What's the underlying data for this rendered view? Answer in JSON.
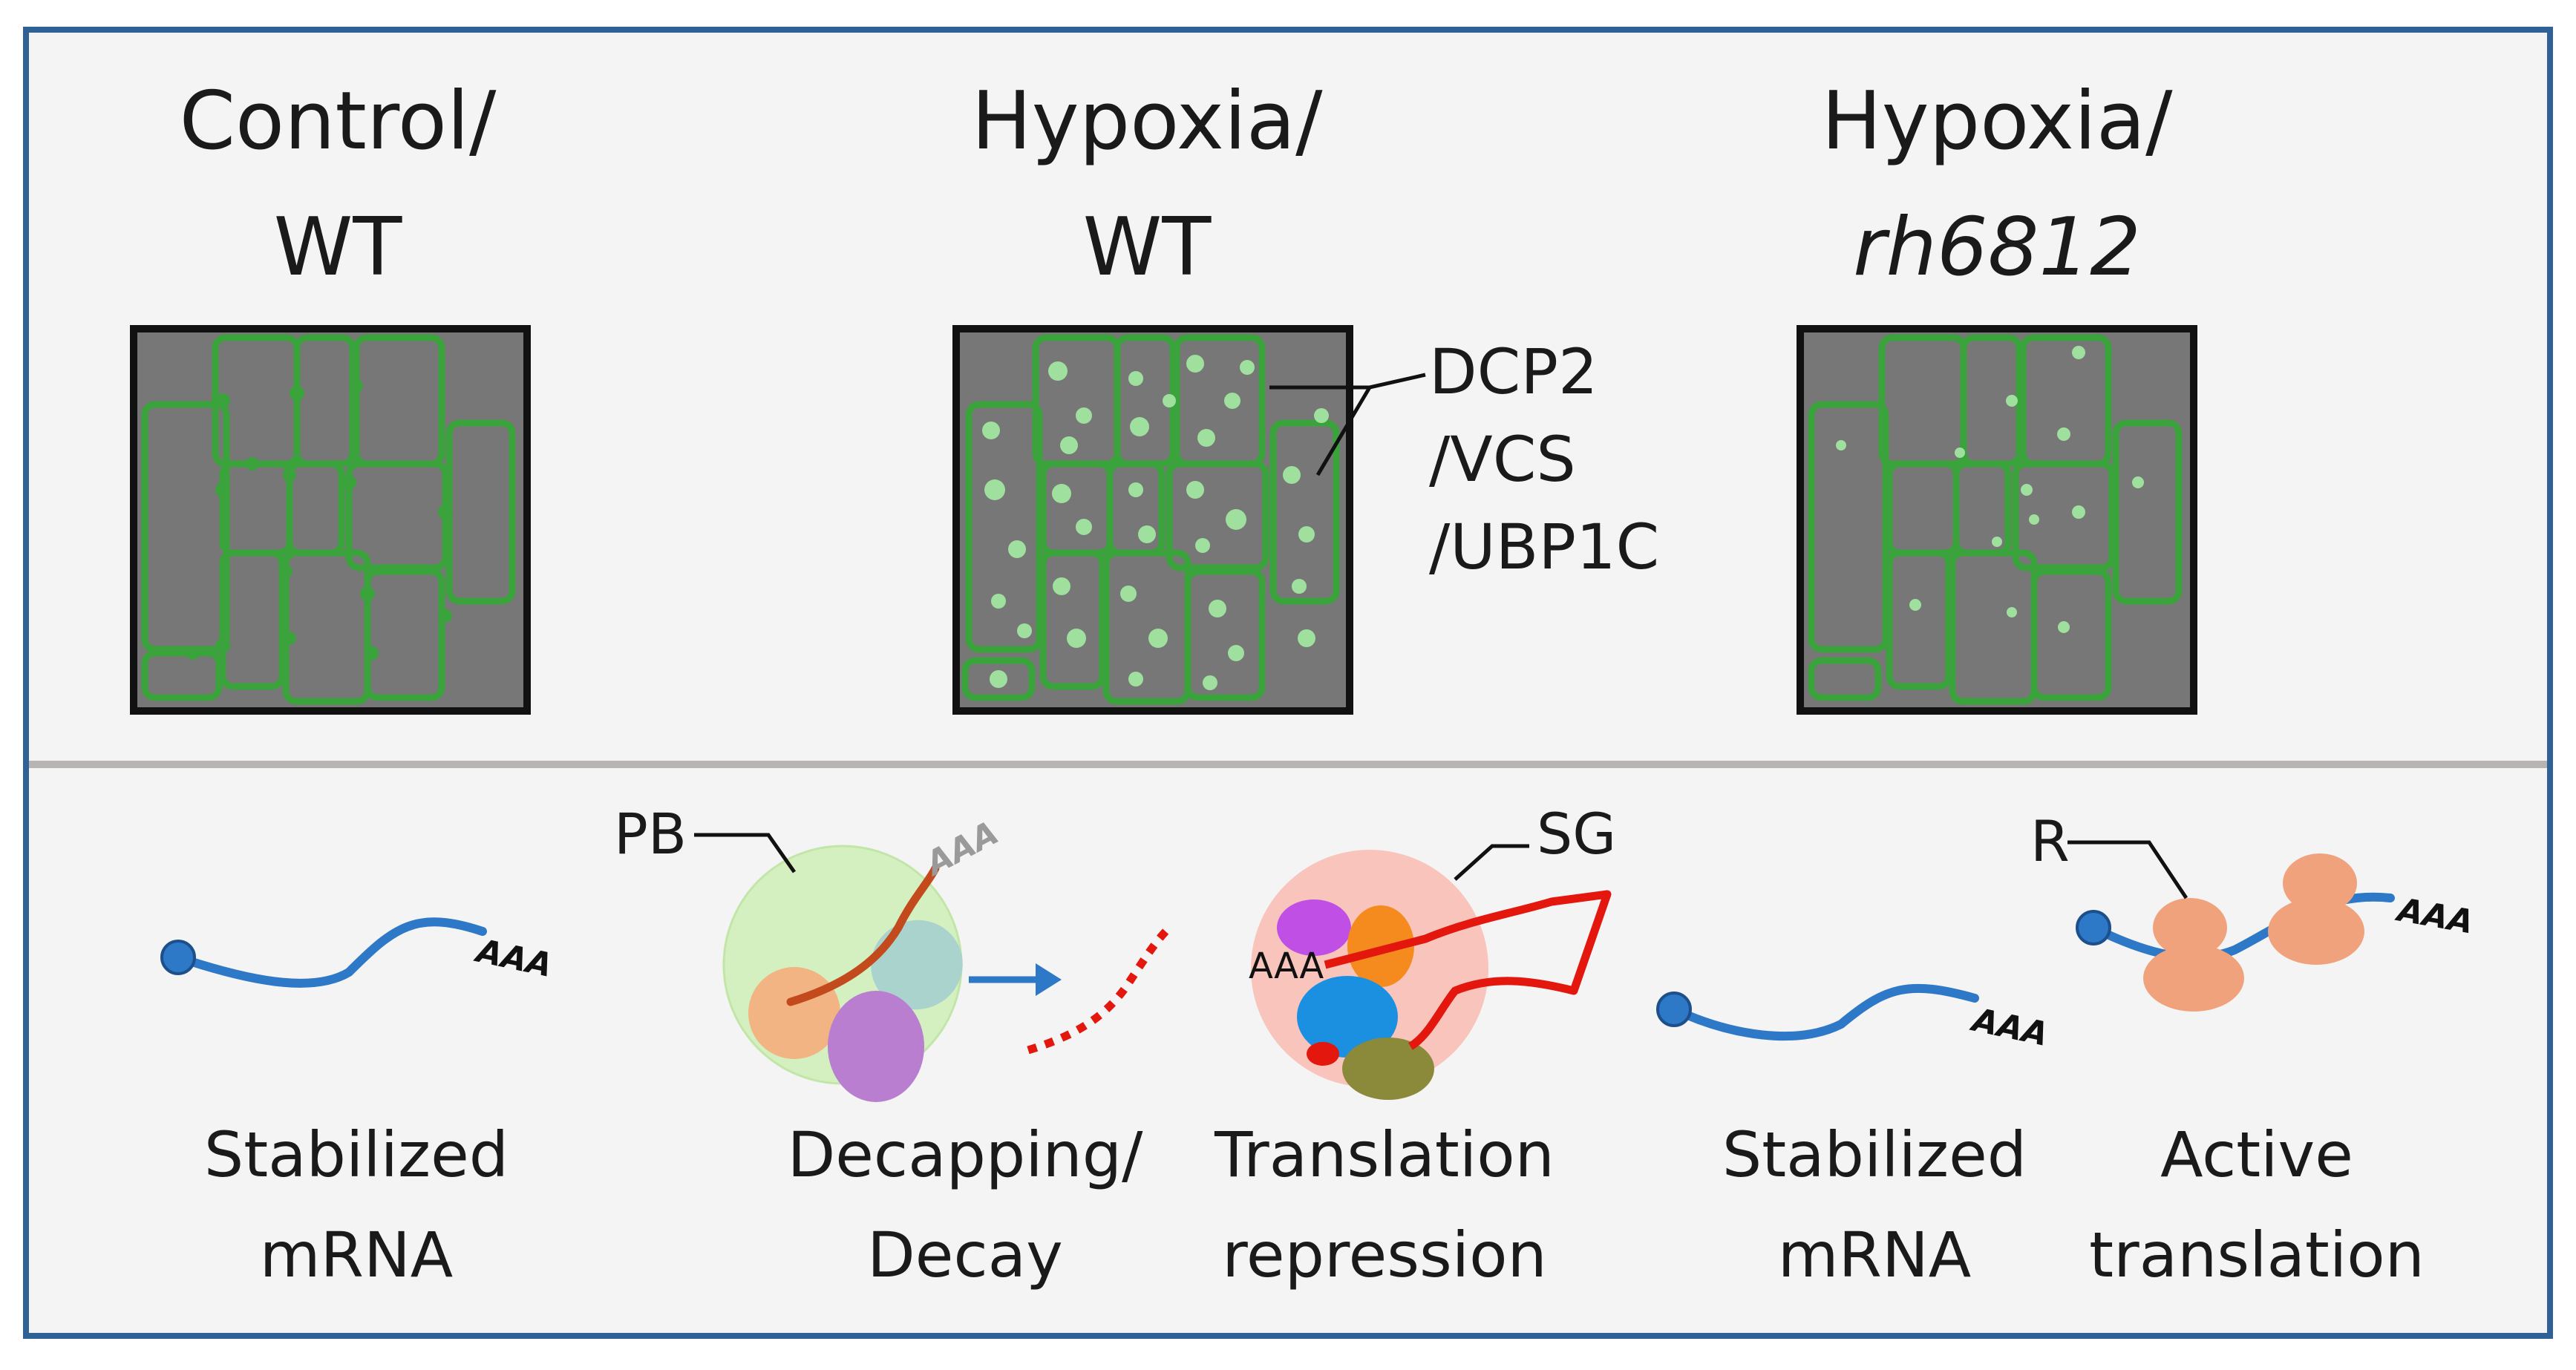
{
  "panels": {
    "control_wt": {
      "line1": "Control/",
      "line2": "WT"
    },
    "hypoxia_wt": {
      "line1": "Hypoxia/",
      "line2": "WT"
    },
    "hypoxia_mutant": {
      "line1": "Hypoxia/",
      "line2": "rh6812"
    }
  },
  "granule_label": {
    "line1": "DCP2",
    "line2": "/VCS",
    "line3": "/UBP1C"
  },
  "bottom": {
    "stabilized_1": {
      "line1": "Stabilized",
      "line2": "mRNA"
    },
    "decay": {
      "line1": "Decapping/",
      "line2": "Decay"
    },
    "repression": {
      "line1": "Translation",
      "line2": "repression"
    },
    "stabilized_2": {
      "line1": "Stabilized",
      "line2": "mRNA"
    },
    "active": {
      "line1": "Active",
      "line2": "translation"
    }
  },
  "markers": {
    "pb": "PB",
    "sg": "SG",
    "r": "R",
    "polyA": "AAA"
  },
  "colors": {
    "frame": "#2f6096",
    "panel_bg": "#f4f4f4",
    "cell_fill": "#777777",
    "cell_outline": "#3ba33b",
    "granule": "#9fe09f",
    "mrna": "#2e78c8",
    "decay": "#e3170d",
    "ribosome": "#f0a27c"
  }
}
